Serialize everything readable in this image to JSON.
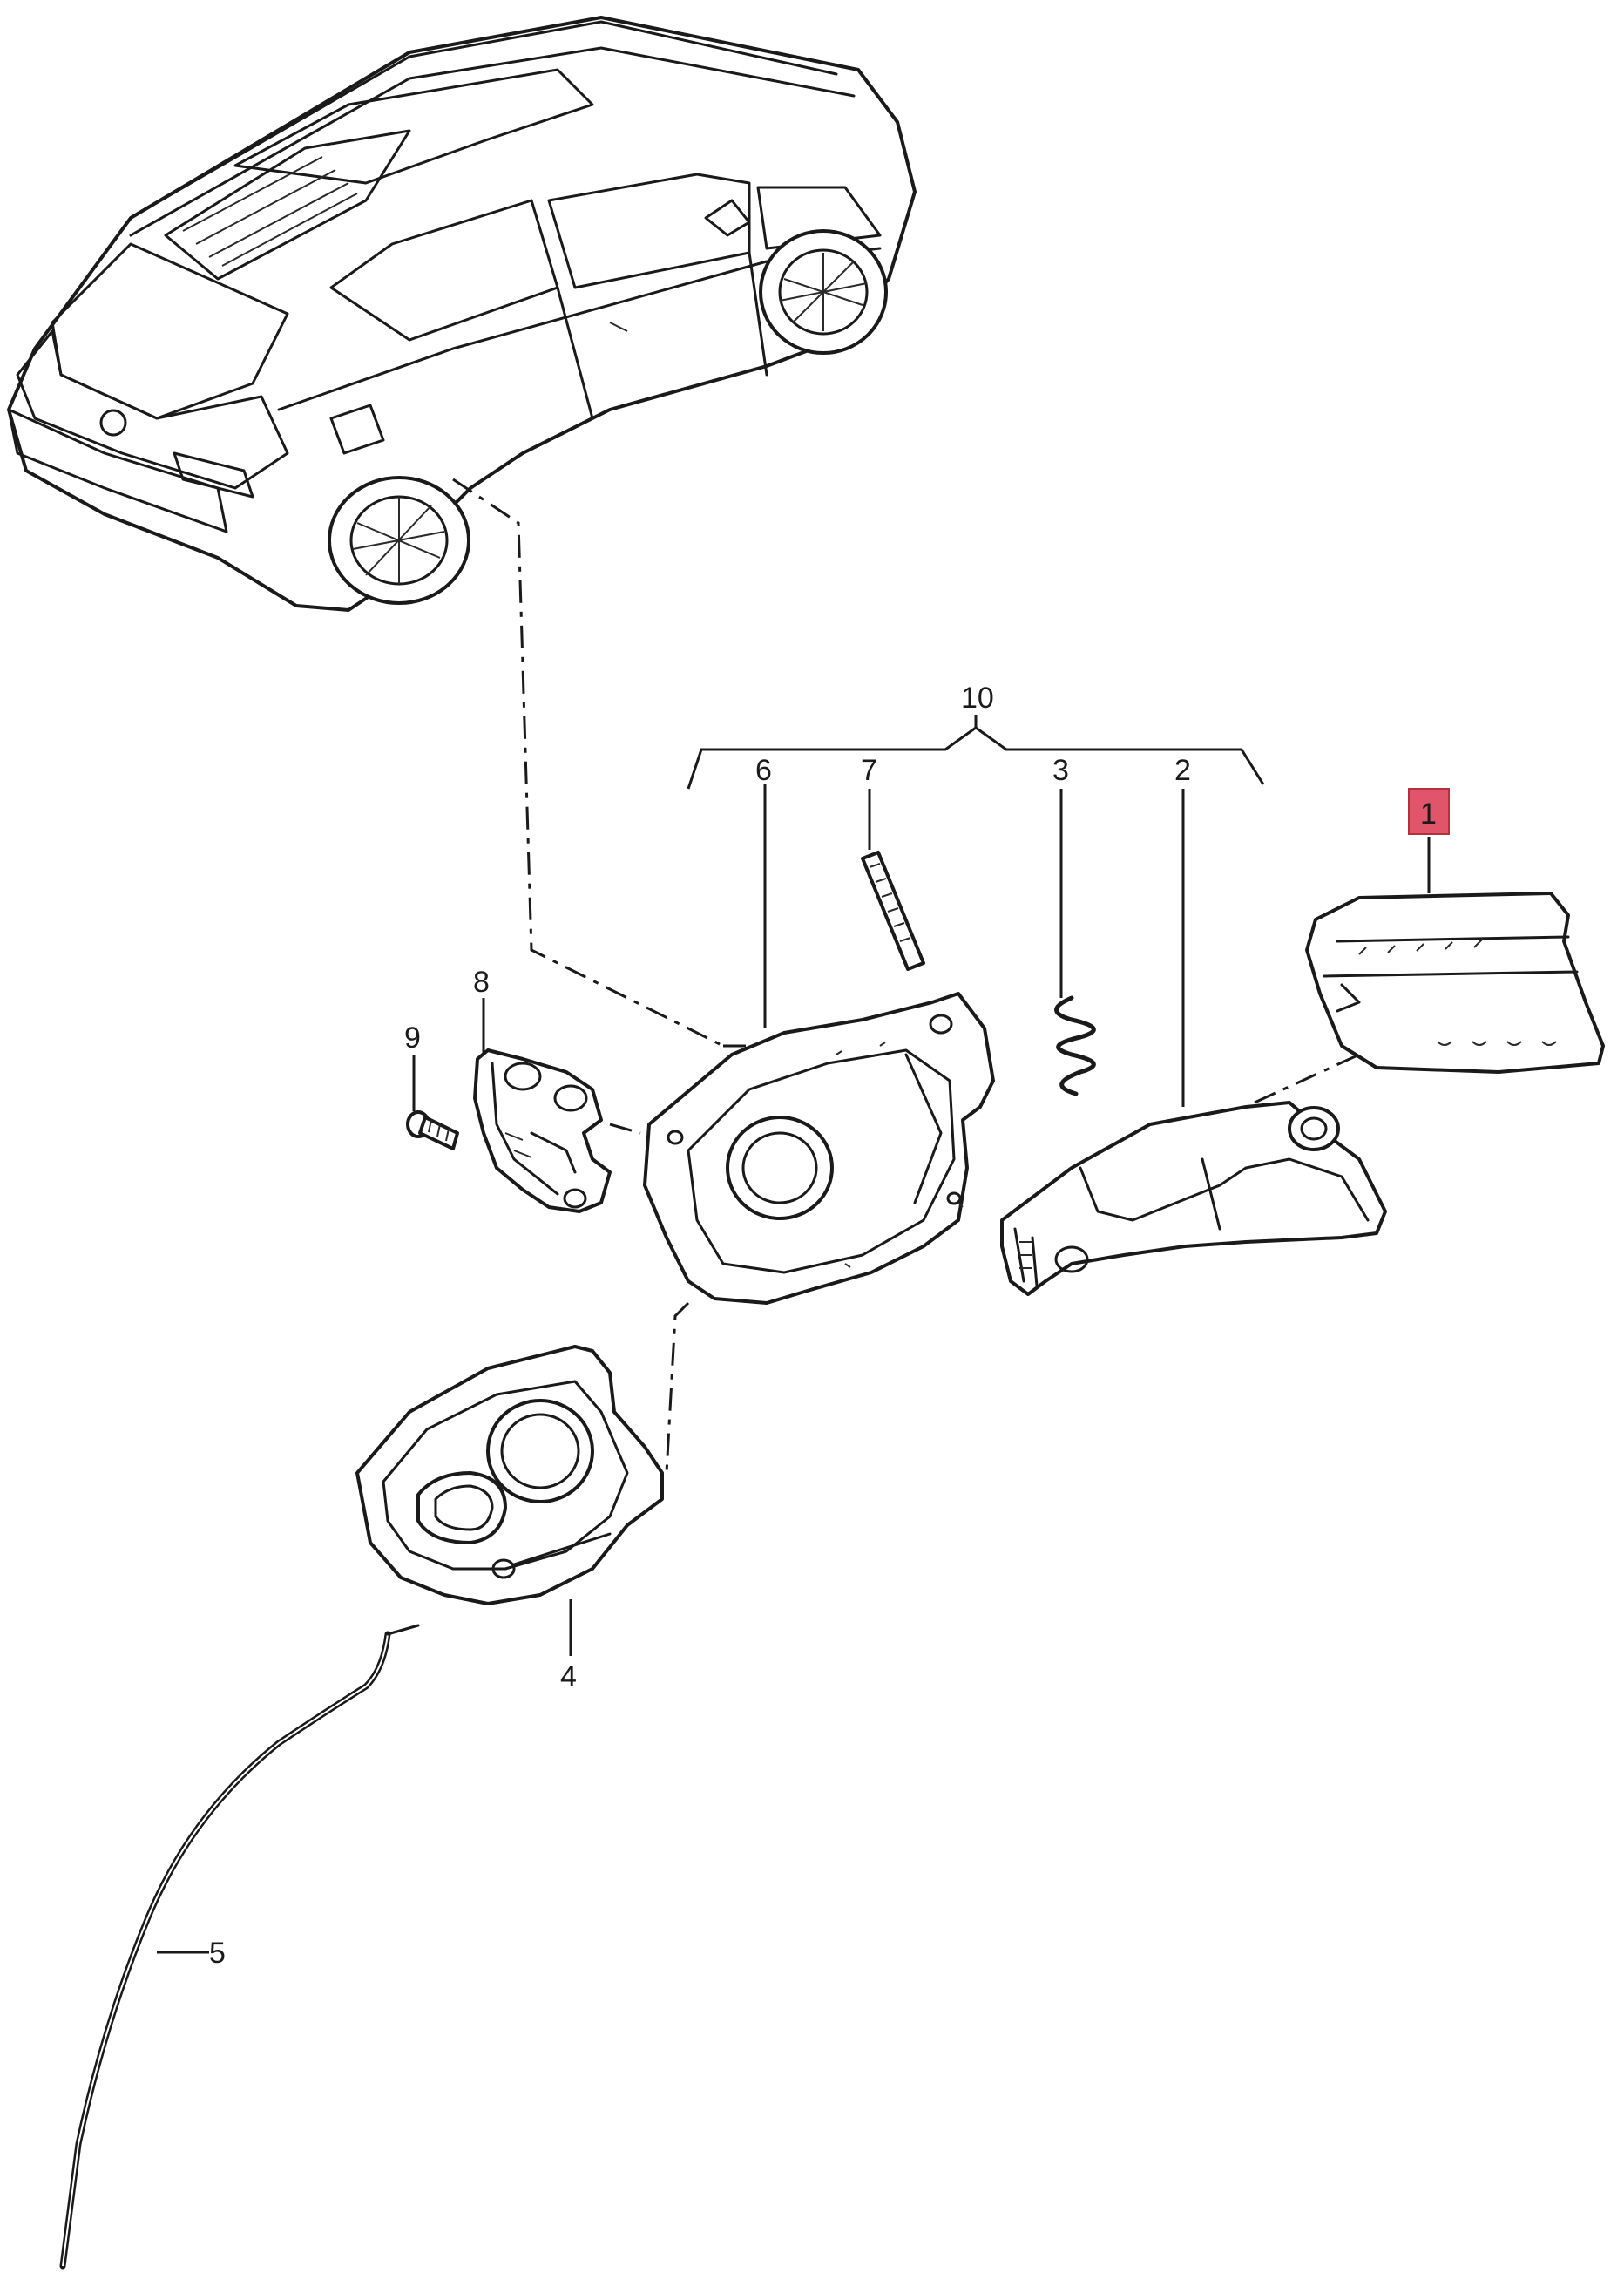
{
  "labels": {
    "p1": "1",
    "p2": "2",
    "p3": "3",
    "p4": "4",
    "p5": "5",
    "p6": "6",
    "p7": "7",
    "p8": "8",
    "p9": "9",
    "p10": "10"
  },
  "highlight_color": "#e0556a",
  "highlighted_part": "1"
}
